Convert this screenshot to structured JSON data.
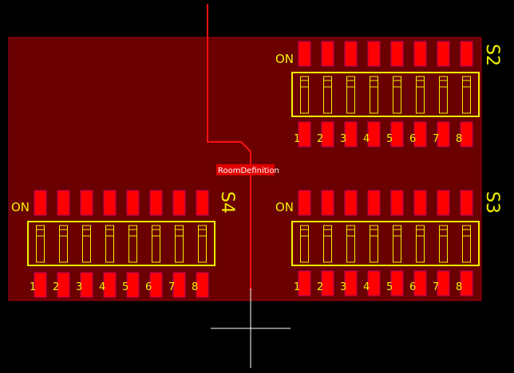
{
  "board": {
    "fill_color": "#6b0000",
    "edge_color": "#a00020"
  },
  "components": [
    {
      "id": "s2",
      "designator": "S2",
      "on_label": "ON",
      "pin_numbers": [
        "1",
        "2",
        "3",
        "4",
        "5",
        "6",
        "7",
        "8"
      ]
    },
    {
      "id": "s3",
      "designator": "S3",
      "on_label": "ON",
      "pin_numbers": [
        "1",
        "2",
        "3",
        "4",
        "5",
        "6",
        "7",
        "8"
      ]
    },
    {
      "id": "s4",
      "designator": "S4",
      "on_label": "ON",
      "pin_numbers": [
        "1",
        "2",
        "3",
        "4",
        "5",
        "6",
        "7",
        "8"
      ]
    }
  ],
  "net": {
    "label": "RoomDefinition",
    "color": "#ff1010"
  },
  "cursor": {
    "type": "crosshair",
    "color": "#ffffff"
  },
  "colors": {
    "silkscreen": "#f2f200",
    "pad": "#ff0000",
    "background": "#000000"
  }
}
